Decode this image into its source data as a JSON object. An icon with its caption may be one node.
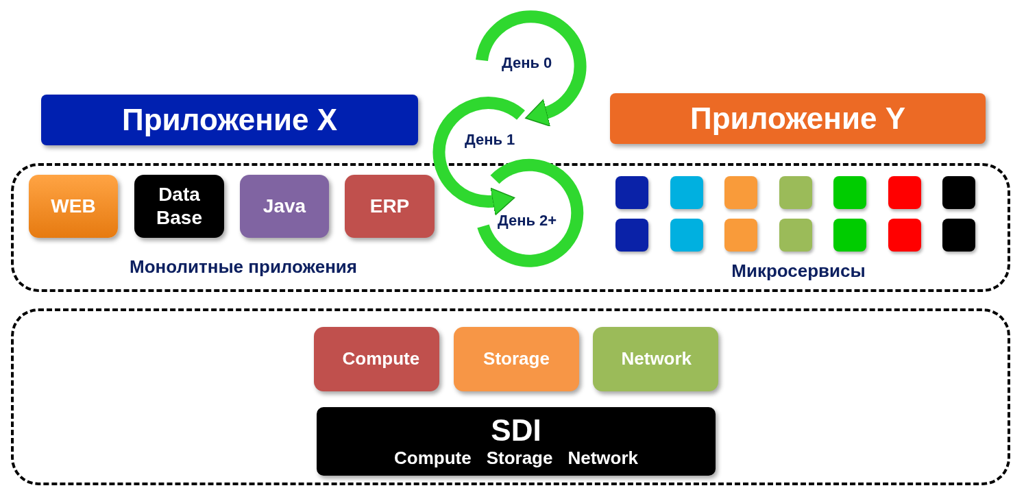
{
  "diagram": {
    "nodes": [
      {
        "text": [
          "Приложение X"
        ]
      },
      {
        "text": [
          "Приложение Y"
        ]
      },
      {
        "text": [
          "Монолитные приложения",
          "Микросервисы"
        ]
      },
      {
        "text": [
          "WEB"
        ],
        "in": 2
      },
      {
        "text": [
          "Data Base"
        ],
        "in": 2
      },
      {
        "text": [
          "Java"
        ],
        "in": 2
      },
      {
        "text": [
          "ERP"
        ],
        "in": 2
      },
      {
        "text": [],
        "shape": "box",
        "in": 2
      },
      {
        "text": [],
        "shape": "box",
        "in": 2
      },
      {
        "text": [],
        "shape": "box",
        "in": 2
      },
      {
        "text": [],
        "shape": "box",
        "in": 2
      },
      {
        "text": [],
        "shape": "box",
        "in": 2
      },
      {
        "text": [],
        "shape": "box",
        "in": 2
      },
      {
        "text": [],
        "shape": "box",
        "in": 2
      },
      {
        "text": [],
        "shape": "box",
        "in": 2
      },
      {
        "text": [],
        "shape": "box",
        "in": 2
      },
      {
        "text": [],
        "shape": "box",
        "in": 2
      },
      {
        "text": [],
        "shape": "box",
        "in": 2
      },
      {
        "text": [],
        "shape": "box",
        "in": 2
      },
      {
        "text": [],
        "shape": "box",
        "in": 2
      },
      {
        "text": [],
        "shape": "box",
        "in": 2
      },
      {
        "text": [
          "День 0"
        ]
      },
      {
        "text": [
          "День 1"
        ]
      },
      {
        "text": [
          "День 2+"
        ],
        "in": 2
      },
      {
        "text": [],
        "shape": "box"
      },
      {
        "text": [
          "Compute"
        ],
        "in": 24
      },
      {
        "text": [
          "Storage"
        ],
        "in": 24
      },
      {
        "text": [
          "Network"
        ],
        "in": 24
      },
      {
        "text": [
          "SDI",
          "Compute",
          "Storage",
          "Network"
        ],
        "in": 24
      }
    ],
    "edges": [
      {
        "from": 21,
        "to": 22,
        "arrow": "to"
      },
      {
        "from": 22,
        "to": 23,
        "arrow": "to"
      }
    ]
  }
}
